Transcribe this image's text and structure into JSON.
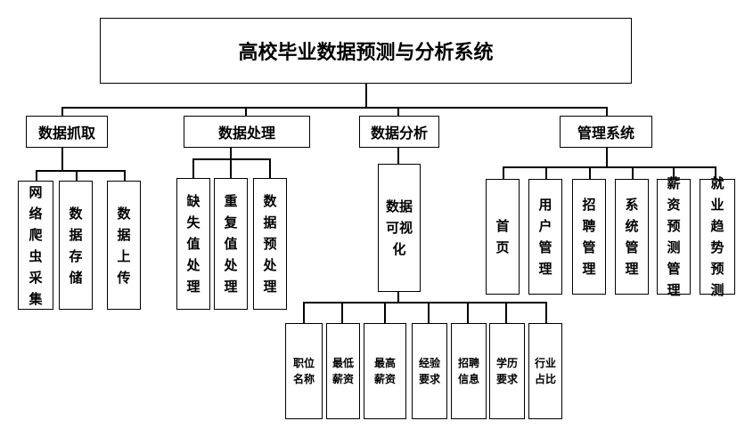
{
  "title": "高校毕业数据预测与分析系统",
  "modules": [
    {
      "label": "数据抓取",
      "children": [
        "网络爬虫采集",
        "数据存储",
        "数据上传"
      ]
    },
    {
      "label": "数据处理",
      "children": [
        "缺失值处理",
        "重复值处理",
        "数据预处理"
      ]
    },
    {
      "label": "数据分析",
      "children": [
        "数据可视化"
      ]
    },
    {
      "label": "管理系统",
      "children": [
        "首页",
        "用户管理",
        "招聘管理",
        "系统管理",
        "薪资预测管理",
        "就业趋势预测"
      ]
    }
  ],
  "visualization_items": [
    "职位名称",
    "最低薪资",
    "最高薪资",
    "经验要求",
    "招聘信息",
    "学历要求",
    "行业占比"
  ]
}
